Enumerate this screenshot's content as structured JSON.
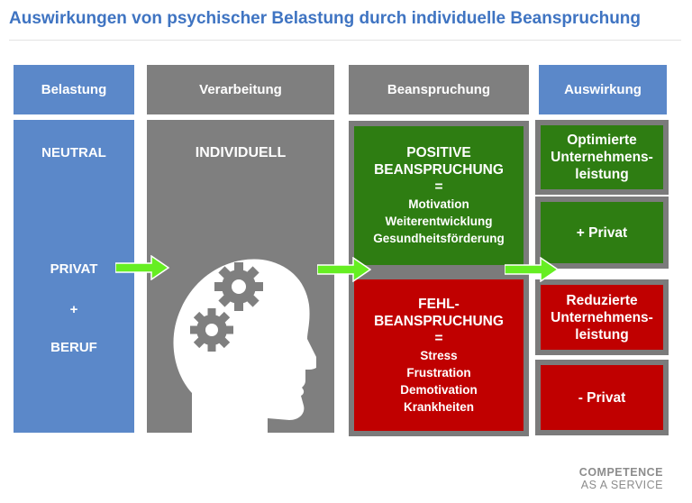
{
  "title": "Auswirkungen von psychischer Belastung durch individuelle Beanspruchung",
  "headers": {
    "belastung": "Belastung",
    "verarbeitung": "Verarbeitung",
    "beanspruchung": "Beanspruchung",
    "auswirkung": "Auswirkung"
  },
  "belastung": {
    "neutral": "NEUTRAL",
    "privat": "PRIVAT",
    "plus": "+",
    "beruf": "BERUF"
  },
  "verarbeitung": {
    "label": "INDIVIDUELL",
    "icon": "head-with-gears-icon"
  },
  "beanspruchung": {
    "positive": {
      "lines": [
        "POSITIVE",
        "BEANSPRUCHUNG",
        "="
      ],
      "details": [
        "Motivation",
        "Weiterentwicklung",
        "Gesundheitsförderung"
      ]
    },
    "negative": {
      "lines": [
        "FEHL-",
        "BEANSPRUCHUNG",
        "="
      ],
      "details": [
        "Stress",
        "Frustration",
        "Demotivation",
        "Krankheiten"
      ]
    }
  },
  "auswirkung": {
    "optimized": [
      "Optimierte",
      "Unternehmens-",
      "leistung"
    ],
    "plus_privat": "+ Privat",
    "reduced": [
      "Reduzierte",
      "Unternehmens-",
      "leistung"
    ],
    "minus_privat": "- Privat"
  },
  "brand": {
    "line1": "COMPETENCE",
    "line2": "AS A SERVICE"
  },
  "colors": {
    "blue": "#5b88c9",
    "grey": "#7f7f7f",
    "green": "#2e7d12",
    "red": "#c00000",
    "arrow": "#66ee22",
    "title": "#3f74c2"
  }
}
